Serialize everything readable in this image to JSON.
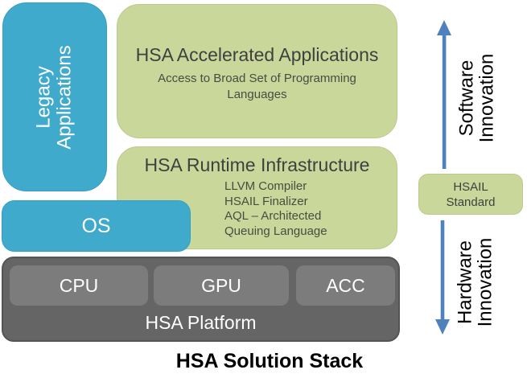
{
  "caption": "HSA Solution Stack",
  "colors": {
    "blue": "#40aacc",
    "green": "#c9d79a",
    "platform_gray": "#656565",
    "chip_gray": "#7c7c7c",
    "arrow_blue": "#4f81bd",
    "green_box_text": "#404040"
  },
  "boxes": {
    "legacy": {
      "label": "Legacy\nApplications"
    },
    "accelerated": {
      "title": "HSA Accelerated Applications",
      "subtitle": "Access to Broad Set of Programming Languages"
    },
    "runtime": {
      "title": "HSA Runtime Infrastructure",
      "items": [
        "LLVM Compiler",
        "HSAIL Finalizer",
        "AQL – Architected",
        "Queuing Language"
      ]
    },
    "os": {
      "label": "OS"
    },
    "platform": {
      "label": "HSA Platform",
      "components": [
        "CPU",
        "GPU",
        "ACC"
      ]
    },
    "hsail": {
      "label": "HSAIL\nStandard"
    }
  },
  "annotations": {
    "software": "Software\nInnovation",
    "hardware": "Hardware\nInnovation"
  }
}
